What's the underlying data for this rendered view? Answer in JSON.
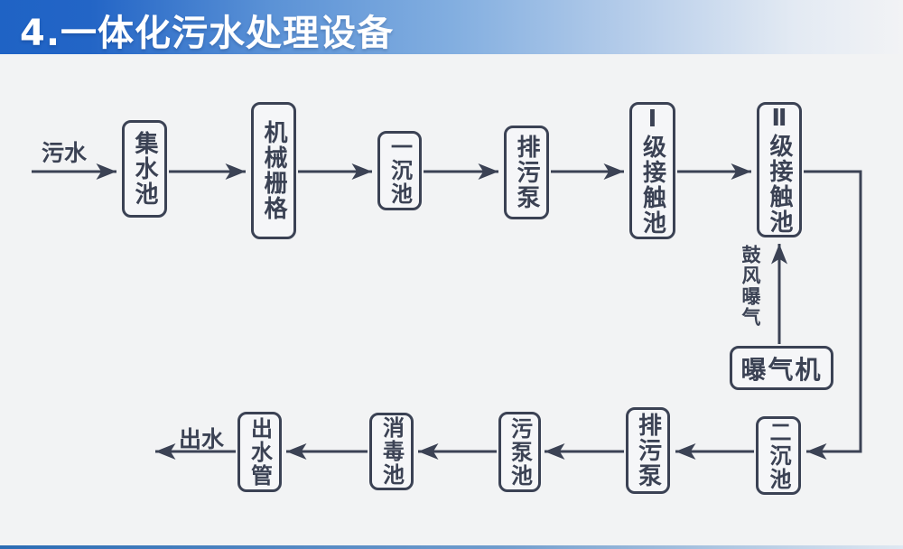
{
  "header": {
    "title": "4.一体化污水处理设备"
  },
  "theme": {
    "accent_blue": "#2063c5",
    "line_color": "#3b4254",
    "background": "#f2f3f4"
  },
  "flow": {
    "inlet_label": "污水",
    "outlet_label": "出水",
    "aeration_label": "鼓风曝气",
    "boxes": [
      {
        "id": "collection-tank",
        "label": "集水池"
      },
      {
        "id": "mechanical-grid",
        "label": "机械栅格"
      },
      {
        "id": "primary-sedimentation-tank",
        "label": "一沉池"
      },
      {
        "id": "sewage-pump-top",
        "label": "排污泵"
      },
      {
        "id": "stage1-contact-tank",
        "label": "Ⅰ级接触池"
      },
      {
        "id": "stage2-contact-tank",
        "label": "Ⅱ级接触池"
      },
      {
        "id": "aerator",
        "label": "曝气机"
      },
      {
        "id": "secondary-sedimentation-tank",
        "label": "二沉池"
      },
      {
        "id": "sewage-pump-bottom",
        "label": "排污泵"
      },
      {
        "id": "sludge-pump-tank",
        "label": "污泵池"
      },
      {
        "id": "disinfection-tank",
        "label": "消毒池"
      },
      {
        "id": "outlet-pipe",
        "label": "出水管"
      }
    ]
  }
}
